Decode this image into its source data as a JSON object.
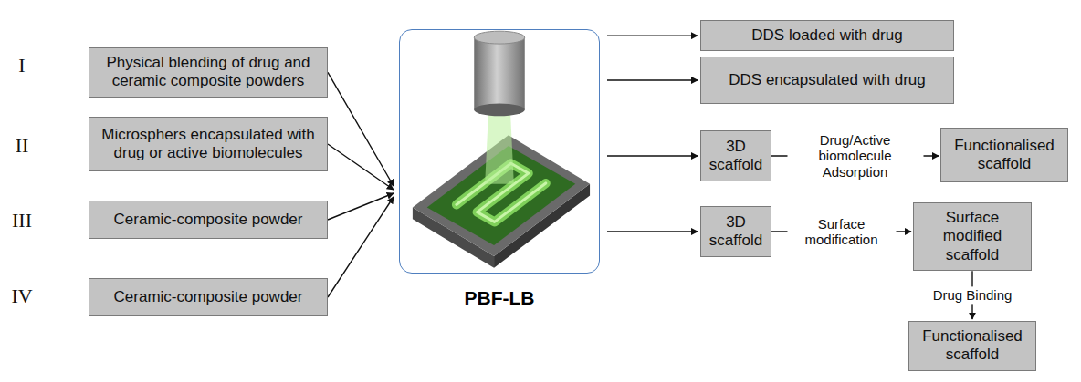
{
  "diagram": {
    "nodes": [
      {
        "text": [
          "Physical blending of drug and ceramic composite powders"
        ]
      },
      {
        "text": [
          "Microsphers encapsulated with drug or active biomolecules"
        ]
      },
      {
        "text": [
          "Ceramic-composite powder"
        ]
      },
      {
        "text": [
          "Ceramic-composite powder"
        ]
      },
      {
        "text": [
          "PBF-LB"
        ]
      },
      {
        "text": [
          "DDS loaded with drug"
        ]
      },
      {
        "text": [
          "DDS encapsulated with drug"
        ]
      },
      {
        "text": [
          "3D scaffold"
        ]
      },
      {
        "text": [
          "Functionalised scaffold"
        ]
      },
      {
        "text": [
          "3D scaffold"
        ]
      },
      {
        "text": [
          "Surface modified scaffold"
        ]
      },
      {
        "text": [
          "Functionalised scaffold"
        ]
      }
    ],
    "edges": [
      {
        "from": 0,
        "to": 4,
        "arrow": "to"
      },
      {
        "from": 1,
        "to": 4,
        "arrow": "to"
      },
      {
        "from": 2,
        "to": 4,
        "arrow": "to"
      },
      {
        "from": 3,
        "to": 4,
        "arrow": "to"
      },
      {
        "from": 4,
        "to": 5,
        "arrow": "to"
      },
      {
        "from": 4,
        "to": 6,
        "arrow": "to"
      },
      {
        "from": 4,
        "to": 7,
        "arrow": "to"
      },
      {
        "from": 4,
        "to": 9,
        "arrow": "to"
      },
      {
        "from": 7,
        "to": 8,
        "label": "Drug/Active biomolecule Adsorption",
        "arrow": "to"
      },
      {
        "from": 9,
        "to": 10,
        "label": "Surface modification",
        "arrow": "to"
      },
      {
        "from": 10,
        "to": 11,
        "label": "Drug Binding",
        "arrow": "to"
      }
    ],
    "labels": [
      "I",
      "II",
      "III",
      "IV"
    ]
  }
}
